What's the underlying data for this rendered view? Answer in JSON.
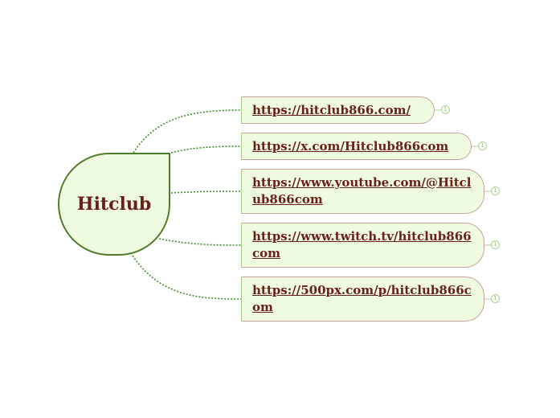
{
  "mindmap": {
    "central": {
      "label": "Hitclub"
    },
    "topics": [
      {
        "label": "https://hitclub866.com/",
        "badge": "1"
      },
      {
        "label": "https://x.com/Hitclub866com",
        "badge": "1"
      },
      {
        "label": "https://www.youtube.com/@Hitclub866com",
        "badge": "1"
      },
      {
        "label": "https://www.twitch.tv/hitclub866com",
        "badge": "1"
      },
      {
        "label": "https://500px.com/p/hitclub866com",
        "badge": "1"
      }
    ]
  },
  "colors": {
    "node_fill": "#eefbe0",
    "central_border": "#4f7d2a",
    "text": "#6b1f17",
    "connector": "#3f8f2a",
    "badge": "#a9d08e"
  }
}
